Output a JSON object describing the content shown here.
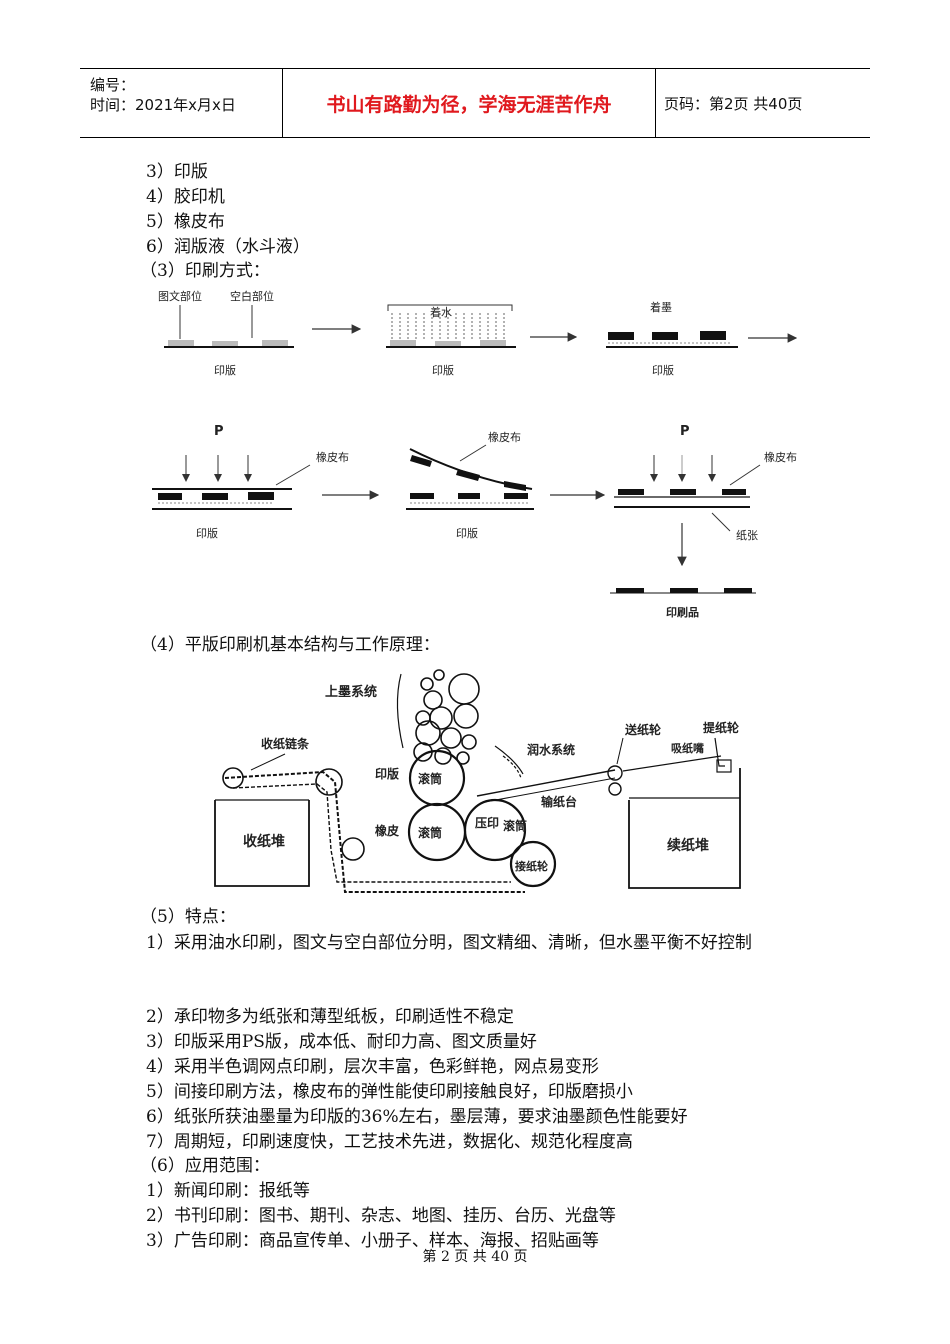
{
  "header": {
    "number_label": "编号：",
    "time_label": "时间：2021年x月x日",
    "motto": "书山有路勤为径，学海无涯苦作舟",
    "page_code": "页码：第2页 共40页"
  },
  "items_top": [
    "3）印版",
    "4）胶印机",
    "5）橡皮布",
    "6）润版液（水斗液）"
  ],
  "section3_title": "（3）印刷方式：",
  "fig1": {
    "label_tuwen": "图文部位",
    "label_kongbai": "空白部位",
    "label_zhuoshui": "着水",
    "label_zhuomo": "着墨",
    "label_yinban": "印版",
    "label_p": "P",
    "label_xiangpibu": "橡皮布",
    "label_zhizhang": "纸张",
    "label_yinshuapin": "印刷品"
  },
  "section4_title": "（4）平版印刷机基本结构与工作原理：",
  "fig2": {
    "shangmo": "上墨系统",
    "shouzhi_lian": "收纸链条",
    "runshui": "润水系统",
    "songzhi_lun": "送纸轮",
    "xizhi_zui": "吸纸嘴",
    "tizhi_lun": "提纸轮",
    "yinban": "印版",
    "guntong1": "滚筒",
    "shuzhitai": "输纸台",
    "shouzhidui": "收纸堆",
    "xiangpi": "橡皮",
    "guntong2": "滚筒",
    "yayin": "压印",
    "guntong3": "滚筒",
    "jiezhilun": "接纸轮",
    "xuzhidui": "续纸堆"
  },
  "section5_title": "（5）特点：",
  "features": [
    "1）采用油水印刷，图文与空白部位分明，图文精细、清晰，但水墨平衡不好控制",
    "2）承印物多为纸张和薄型纸板，印刷适性不稳定",
    "3）印版采用PS版，成本低、耐印力高、图文质量好",
    "4）采用半色调网点印刷，层次丰富，色彩鲜艳，网点易变形",
    "5）间接印刷方法，橡皮布的弹性能使印刷接触良好，印版磨损小",
    "6）纸张所获油墨量为印版的36%左右，墨层薄，要求油墨颜色性能要好",
    "7）周期短，印刷速度快，工艺技术先进，数据化、规范化程度高"
  ],
  "section6_title": "（6）应用范围：",
  "applications": [
    "1）新闻印刷：报纸等",
    "2）书刊印刷：图书、期刊、杂志、地图、挂历、台历、光盘等",
    "3）广告印刷：商品宣传单、小册子、样本、海报、招贴画等"
  ],
  "footer": "第 2 页 共 40 页"
}
